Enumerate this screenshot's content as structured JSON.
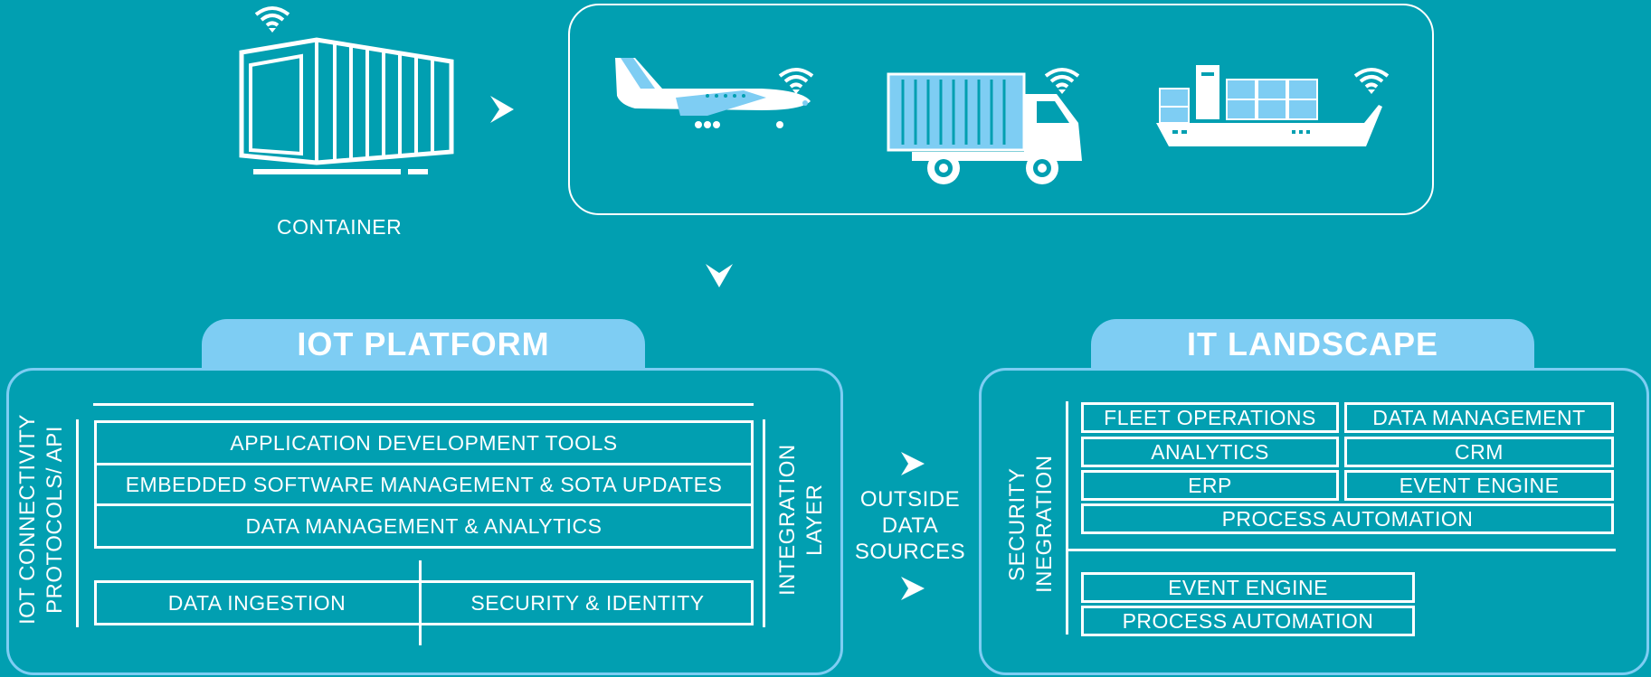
{
  "transport": {
    "container_label": "CONTAINER",
    "icons": [
      "container-icon",
      "airplane-icon",
      "truck-icon",
      "cargo-ship-icon",
      "wifi-icon"
    ]
  },
  "iot_platform": {
    "title": "IOT PLATFORM",
    "left_label_line1": "IOT CONNECTIVITY",
    "left_label_line2": "PROTOCOLS/ API",
    "rows": [
      "APPLICATION DEVELOPMENT TOOLS",
      "EMBEDDED SOFTWARE MANAGEMENT & SOTA UPDATES",
      "DATA MANAGEMENT & ANALYTICS"
    ],
    "bottom_left": "DATA INGESTION",
    "bottom_right": "SECURITY & IDENTITY",
    "right_label_line1": "INTEGRATION",
    "right_label_line2": "LAYER"
  },
  "outside": {
    "line1": "OUTSIDE",
    "line2": "DATA",
    "line3": "SOURCES"
  },
  "it_landscape": {
    "title": "IT LANDSCAPE",
    "left_label_line1": "SECURITY",
    "left_label_line2": "INEGRATION",
    "grid": {
      "fleet_operations": "FLEET OPERATIONS",
      "data_management": "DATA MANAGEMENT",
      "analytics": "ANALYTICS",
      "crm": "CRM",
      "erp": "ERP",
      "event_engine": "EVENT ENGINE",
      "process_automation": "PROCESS AUTOMATION"
    },
    "lower": {
      "event_engine": "EVENT ENGINE",
      "process_automation": "PROCESS AUTOMATION"
    }
  },
  "colors": {
    "background": "#019fb1",
    "accent": "#7ecdf3",
    "line": "#ffffff"
  }
}
